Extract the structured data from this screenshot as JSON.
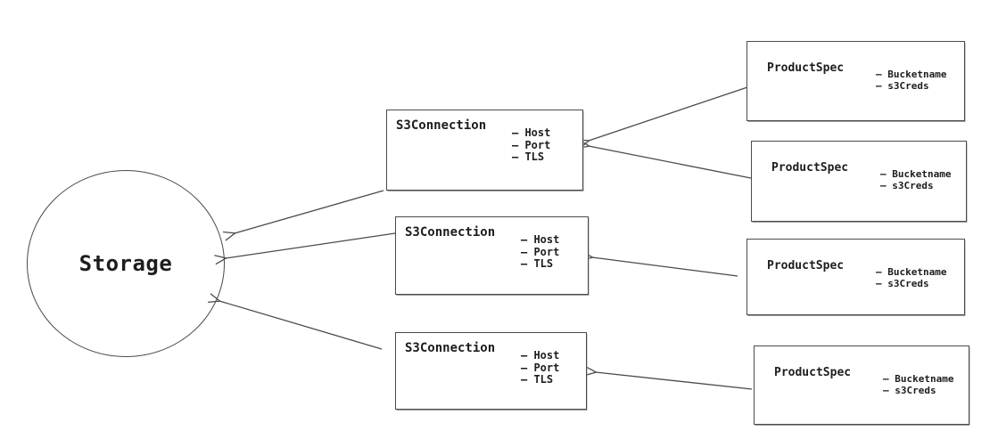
{
  "storage": {
    "label": "Storage"
  },
  "s3_connections": [
    {
      "title": "S3Connection",
      "attributes": [
        "– Host",
        "– Port",
        "– TLS"
      ]
    },
    {
      "title": "S3Connection",
      "attributes": [
        "– Host",
        "– Port",
        "– TLS"
      ]
    },
    {
      "title": "S3Connection",
      "attributes": [
        "– Host",
        "– Port",
        "– TLS"
      ]
    }
  ],
  "product_specs": [
    {
      "title": "ProductSpec",
      "attributes": [
        "– Bucketname",
        "– s3Creds"
      ]
    },
    {
      "title": "ProductSpec",
      "attributes": [
        "– Bucketname",
        "– s3Creds"
      ]
    },
    {
      "title": "ProductSpec",
      "attributes": [
        "– Bucketname",
        "– s3Creds"
      ]
    },
    {
      "title": "ProductSpec",
      "attributes": [
        "– Bucketname",
        "– s3Creds"
      ]
    }
  ],
  "edges": [
    {
      "from": "ProductSpec-1",
      "to": "S3Connection-1"
    },
    {
      "from": "ProductSpec-2",
      "to": "S3Connection-1"
    },
    {
      "from": "ProductSpec-3",
      "to": "S3Connection-2"
    },
    {
      "from": "ProductSpec-4",
      "to": "S3Connection-3"
    },
    {
      "from": "S3Connection-1",
      "to": "Storage"
    },
    {
      "from": "S3Connection-2",
      "to": "Storage"
    },
    {
      "from": "S3Connection-3",
      "to": "Storage"
    }
  ],
  "colors": {
    "stroke": "#4a4a4a",
    "text": "#1d1d1d",
    "background": "#ffffff"
  }
}
